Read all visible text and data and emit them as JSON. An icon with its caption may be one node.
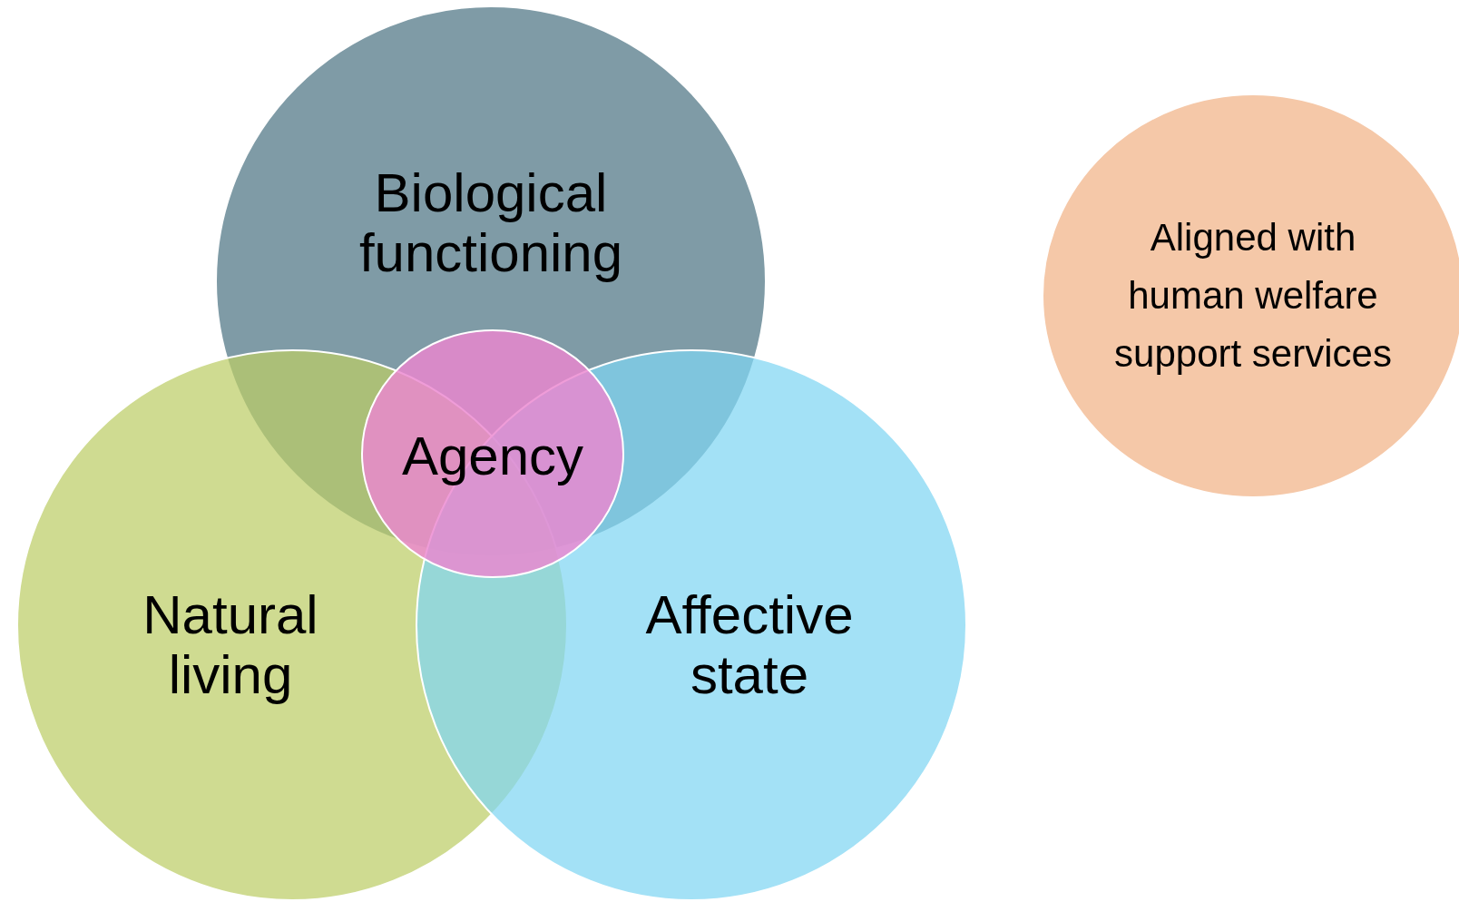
{
  "diagram": {
    "nodes": [
      {
        "text": [
          "Biological functioning"
        ]
      },
      {
        "text": [
          "Natural living"
        ]
      },
      {
        "text": [
          "Affective state"
        ]
      },
      {
        "text": [
          "Agency"
        ]
      },
      {
        "text": [
          "Aligned with human welfare support services"
        ]
      }
    ]
  }
}
